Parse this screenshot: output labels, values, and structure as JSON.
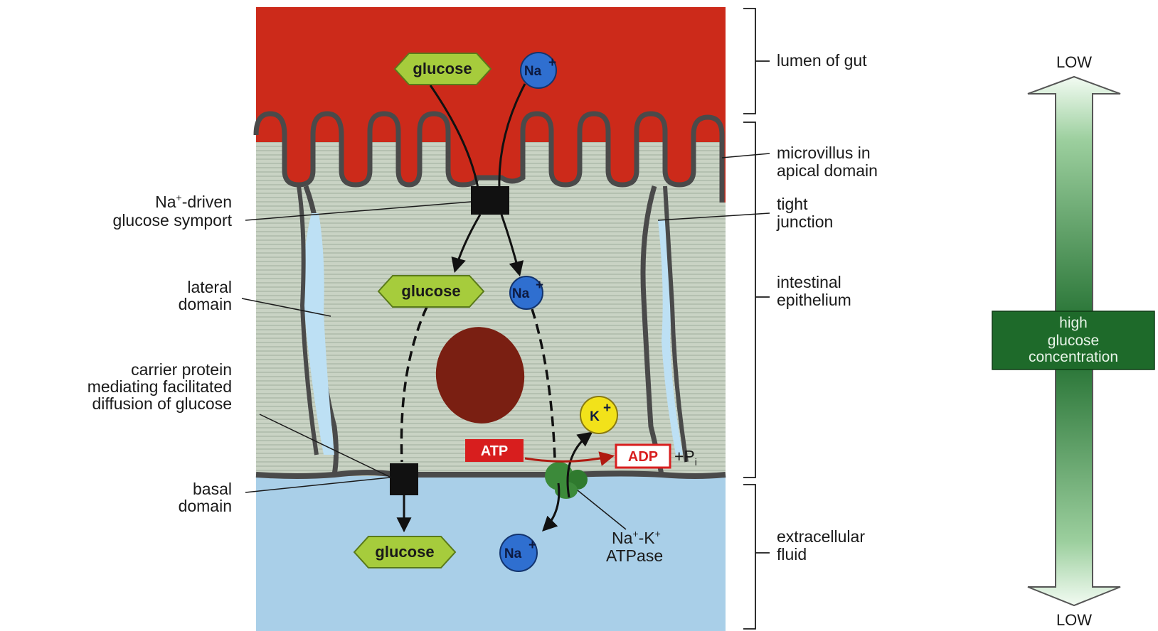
{
  "molecules": {
    "glucose": "glucose",
    "na": "Na",
    "na_sup": "+",
    "k": "K",
    "k_sup": "+",
    "atp": "ATP",
    "adp": "ADP",
    "pi": "+P",
    "pi_sub": "i"
  },
  "labels": {
    "symport_1a": "Na",
    "symport_1b": "+",
    "symport_1c": "-driven",
    "symport_2": "glucose symport",
    "lateral_1": "lateral",
    "lateral_2": "domain",
    "carrier_1": "carrier protein",
    "carrier_2": "mediating facilitated",
    "carrier_3": "diffusion of glucose",
    "basal_1": "basal",
    "basal_2": "domain",
    "lumen": "lumen of gut",
    "microvillus_1": "microvillus in",
    "microvillus_2": "apical domain",
    "tight_1": "tight",
    "tight_2": "junction",
    "epithelium_1": "intestinal",
    "epithelium_2": "epithelium",
    "extracellular_1": "extracellular",
    "extracellular_2": "fluid",
    "atpase_1a": "Na",
    "atpase_1b": "+",
    "atpase_1c": "-K",
    "atpase_1d": "+",
    "atpase_2": "ATPase"
  },
  "gradient": {
    "top": "LOW",
    "bottom": "LOW",
    "box_1": "high",
    "box_2": "glucose",
    "box_3": "concentration"
  },
  "colors": {
    "lumen": "#cc2a1a",
    "cell": "#c4cfc0",
    "extracellular": "#a9cfe8",
    "membrane": "#4a4a4a",
    "nucleus": "#7a1f12",
    "glucose": "#a6cc3c",
    "na": "#2f6fd0",
    "k": "#f2e21a",
    "atp": "#d81e1e",
    "gradient_dark": "#1e6a2a",
    "gradient_light": "#e0f2e0"
  }
}
